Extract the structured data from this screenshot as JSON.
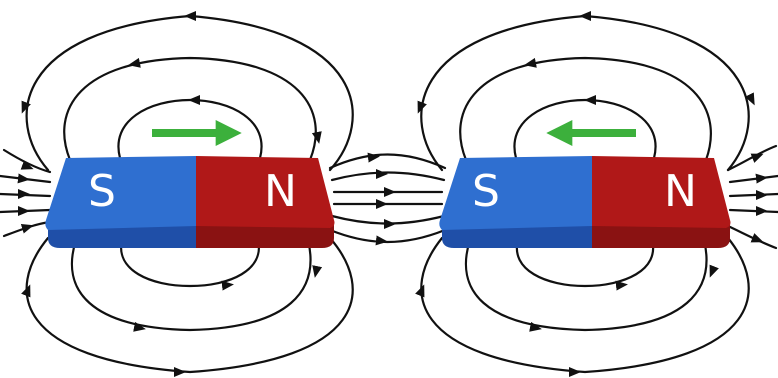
{
  "magnets": [
    {
      "south_label": "S",
      "north_label": "N",
      "arrow_direction": "right"
    },
    {
      "south_label": "S",
      "north_label": "N",
      "arrow_direction": "left"
    }
  ],
  "colors": {
    "south_top": "#2f6fd0",
    "south_side": "#1f4fa8",
    "north_top": "#b01818",
    "north_side": "#8a1212",
    "field_line": "#111111",
    "arrow": "#3cb03c",
    "background": "#ffffff"
  }
}
